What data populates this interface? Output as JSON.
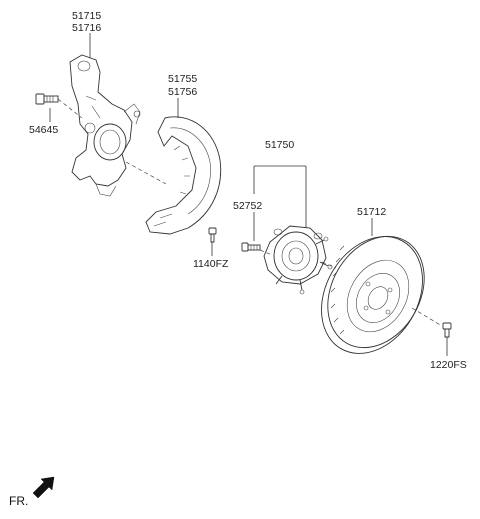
{
  "labels": {
    "knuckle_a": "51715",
    "knuckle_b": "51716",
    "shield_a": "51755",
    "shield_b": "51756",
    "bolt": "54645",
    "hub_assy": "51750",
    "hub_bolt": "52752",
    "disc": "51712",
    "screw": "1140FZ",
    "disc_screw": "1220FS"
  },
  "direction": {
    "text": "FR."
  }
}
